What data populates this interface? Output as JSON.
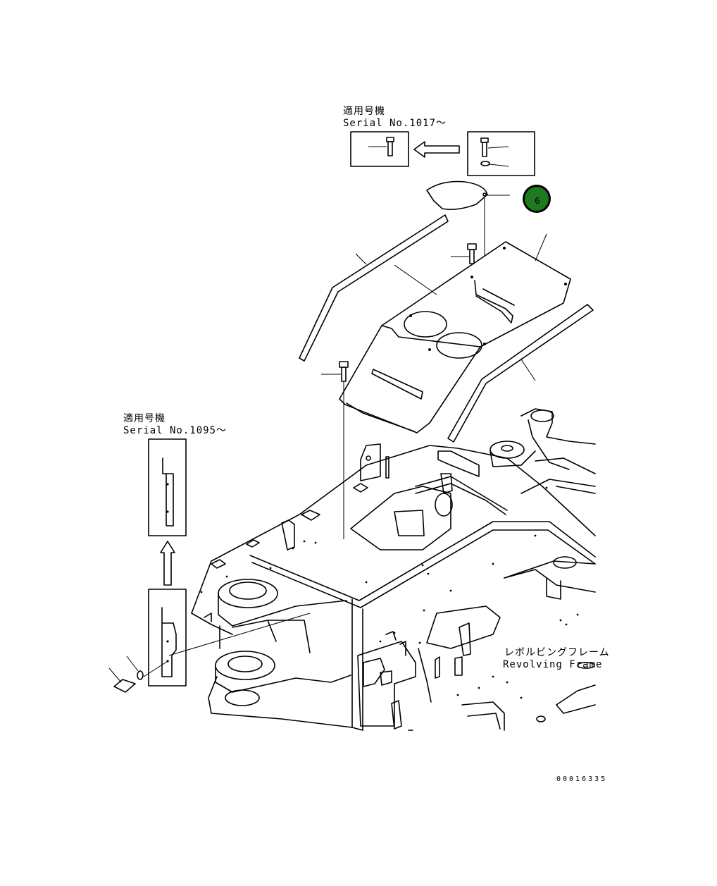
{
  "notes": {
    "top": {
      "line1": "適用号機",
      "line2": "Serial No.1017～"
    },
    "left": {
      "line1": "適用号機",
      "line2": "Serial No.1095～"
    }
  },
  "frame_label": {
    "jp": "レボルビングフレーム",
    "en": "Revolving Frame"
  },
  "callout": {
    "number": "6",
    "color": "#1f7a1f"
  },
  "drawing_number": "00016335"
}
